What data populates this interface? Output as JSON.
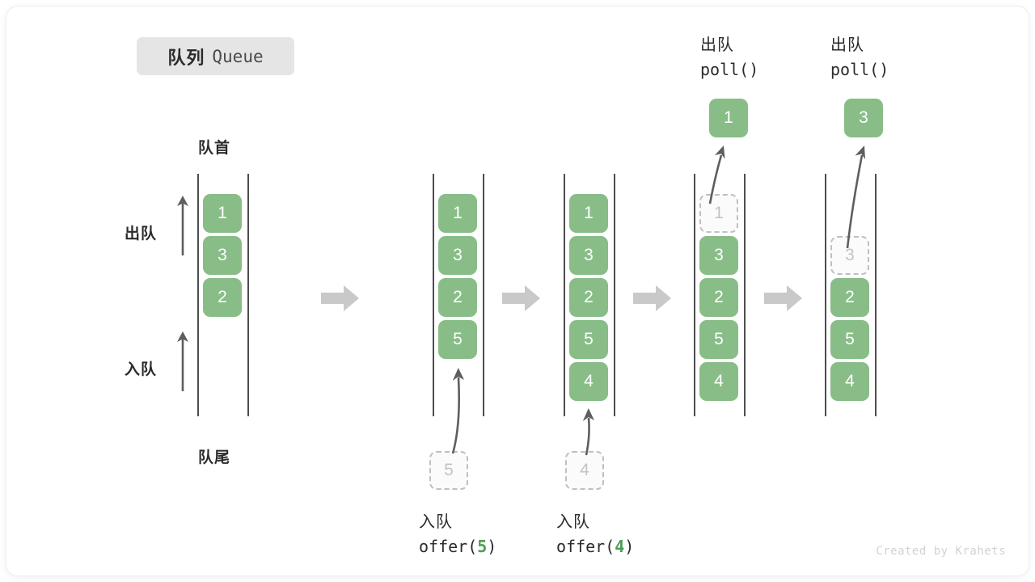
{
  "title": {
    "cn": "队列",
    "en": "Queue"
  },
  "axis_labels": {
    "head": "队首",
    "tail": "队尾",
    "dequeue": "出队",
    "enqueue": "入队"
  },
  "watermark": "Created by Krahets",
  "colors": {
    "element_fill": "#88bd88",
    "element_text": "#ffffff",
    "ghost_border": "#bfbfbf",
    "ghost_text": "#c3c3c3",
    "rail": "#4d4d4d",
    "arrow": "#5e5e5e",
    "step_arrow": "#c9c9c9",
    "badge_bg": "#e5e5e5",
    "accent_code": "#4f9d55"
  },
  "icons": {
    "step_arrow": "arrow-right-icon",
    "flow_arrow": "curved-arrow-icon",
    "direction_arrow": "arrow-up-icon"
  },
  "stages": [
    {
      "id": "initial",
      "elements": [
        "1",
        "3",
        "2"
      ],
      "ghost_index": -1,
      "incoming": null,
      "outgoing": null,
      "caption_cn": "",
      "caption_code": "",
      "top_label_cn": "",
      "top_label_code": ""
    },
    {
      "id": "after-offer-5",
      "elements": [
        "1",
        "3",
        "2",
        "5"
      ],
      "ghost_index": -1,
      "incoming": "5",
      "outgoing": null,
      "caption_cn": "入队",
      "caption_code": "offer(5)",
      "caption_arg": "5",
      "top_label_cn": "",
      "top_label_code": ""
    },
    {
      "id": "after-offer-4",
      "elements": [
        "1",
        "3",
        "2",
        "5",
        "4"
      ],
      "ghost_index": -1,
      "incoming": "4",
      "outgoing": null,
      "caption_cn": "入队",
      "caption_code": "offer(4)",
      "caption_arg": "4",
      "top_label_cn": "",
      "top_label_code": ""
    },
    {
      "id": "after-poll-1",
      "elements": [
        "1",
        "3",
        "2",
        "5",
        "4"
      ],
      "ghost_index": 0,
      "incoming": null,
      "outgoing": "1",
      "caption_cn": "",
      "caption_code": "",
      "top_label_cn": "出队",
      "top_label_code": "poll()"
    },
    {
      "id": "after-poll-3",
      "elements": [
        "",
        "3",
        "2",
        "5",
        "4"
      ],
      "ghost_index": 1,
      "incoming": null,
      "outgoing": "3",
      "caption_cn": "",
      "caption_code": "",
      "top_label_cn": "出队",
      "top_label_code": "poll()"
    }
  ]
}
